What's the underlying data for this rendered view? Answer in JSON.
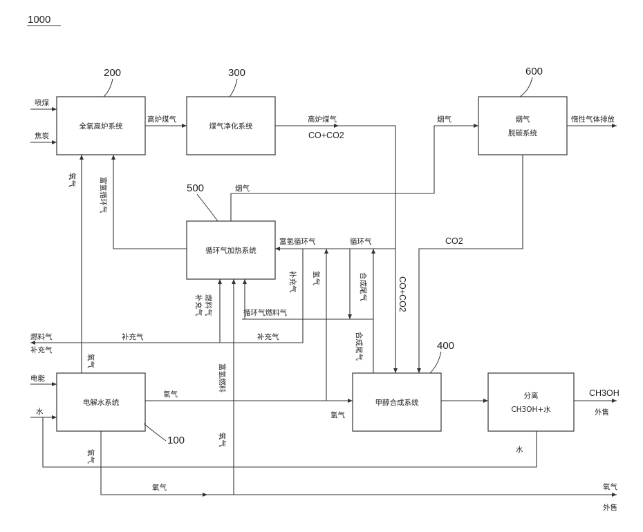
{
  "figure_number": "1000",
  "units": {
    "u100": {
      "num": "100",
      "label": "电解水系统"
    },
    "u200": {
      "num": "200",
      "label": "全氧高炉系统"
    },
    "u300": {
      "num": "300",
      "label": "煤气净化系统"
    },
    "u400": {
      "num": "400",
      "label": "甲醇合成系统"
    },
    "u500": {
      "num": "500",
      "label": "循环气加热系统"
    },
    "u600": {
      "num": "600",
      "label": "烟气\n脱碳系统"
    },
    "sep": {
      "label": "分离\nCH3OH+水"
    }
  },
  "labels": {
    "coal_powder": "喷煤",
    "coke": "焦炭",
    "bf_gas_1": "高炉煤气",
    "bf_gas_2": "高炉煤气",
    "co_co2_1": "CO+CO2",
    "co_co2_2": "CO+CO2",
    "co2": "CO2",
    "flue_gas_1": "烟气",
    "flue_gas_2": "烟气",
    "inert_out": "惰性气体排放",
    "o2_bf": "氧气",
    "rich_h2_recycle_left": "富氢循环气",
    "rich_h2_recycle": "富氢循环气",
    "recycle_gas": "循环气",
    "makeup_gas_v": "补充气",
    "h2_v": "氢气",
    "synthesis_purge_1": "合成尾气",
    "synthesis_purge_2": "合成尾气",
    "recycle_fuel_gas": "循环气燃料气",
    "makeup_fuel_gas_v": "补充气\n燃料气",
    "fuel_gas": "燃料气",
    "makeup_gas_in": "补充气",
    "makeup_gas_h1": "补充气",
    "makeup_gas_h2": "补充气",
    "rich_h2_fuel": "富氢燃料",
    "h2_out": "氢气",
    "h2_into_400": "氢气",
    "electricity": "电能",
    "water": "水",
    "o2_from_100": "氧气",
    "o2_low": "氧气",
    "o2_v_up": "氧气",
    "o2_bottom": "氧气",
    "o2_out": "氧气",
    "export_1": "外售",
    "ch3oh_out": "CH3OH",
    "export_2": "外售",
    "water_back": "水"
  }
}
